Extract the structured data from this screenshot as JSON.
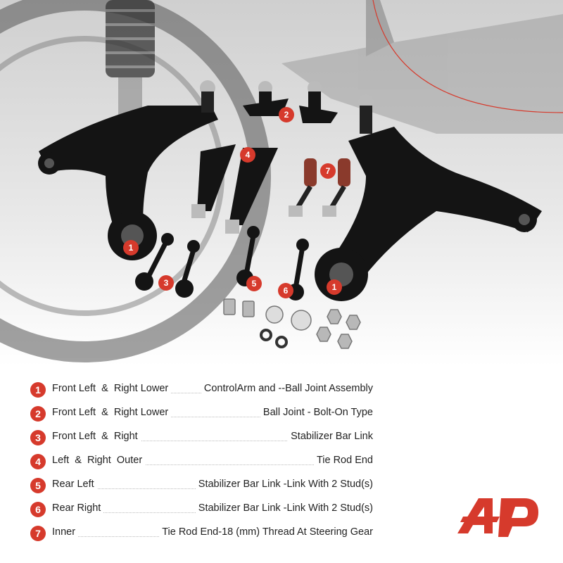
{
  "legend": [
    {
      "num": "1",
      "left": "Front Left  &  Right Lower",
      "right": "ControlArm and --Ball Joint Assembly"
    },
    {
      "num": "2",
      "left": "Front Left  &  Right Lower",
      "right": "Ball Joint - Bolt-On Type"
    },
    {
      "num": "3",
      "left": "Front Left  &  Right",
      "right": "Stabilizer Bar Link"
    },
    {
      "num": "4",
      "left": "Left  &  Right  Outer",
      "right": "Tie Rod End"
    },
    {
      "num": "5",
      "left": "Rear Left",
      "right": "Stabilizer Bar Link -Link With 2 Stud(s)"
    },
    {
      "num": "6",
      "left": "Rear Right",
      "right": "Stabilizer Bar Link -Link With 2 Stud(s)"
    },
    {
      "num": "7",
      "left": "Inner",
      "right": "Tie Rod End-18 (mm) Thread At Steering Gear"
    }
  ],
  "callouts": [
    "1",
    "2",
    "4",
    "7",
    "1",
    "3",
    "5",
    "6"
  ],
  "colors": {
    "accent": "#d63a2c",
    "parts": "#151515",
    "text": "#222222"
  }
}
